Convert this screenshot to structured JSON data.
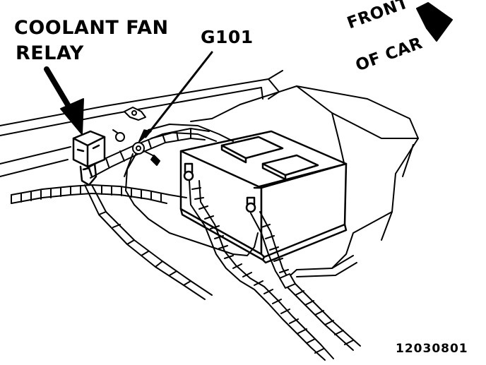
{
  "callouts": {
    "relay_line1": "COOLANT FAN",
    "relay_line2": "RELAY",
    "ground": "G101",
    "front_line1": "FRONT",
    "front_line2": "OF CAR"
  },
  "figure_code": "12030801",
  "icons": {
    "direction_arrow": "front-direction-arrow-icon",
    "pointer_arrows": "pointer-arrow-icon"
  },
  "colors": {
    "ink": "#000000",
    "paper": "#ffffff"
  }
}
